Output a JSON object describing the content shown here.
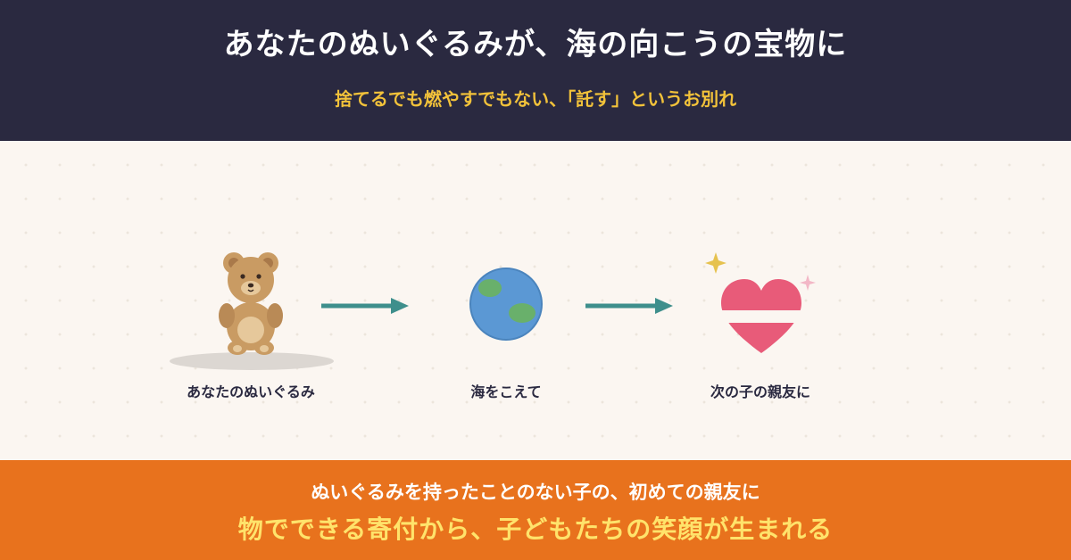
{
  "header": {
    "headline": "あなたのぬいぐるみが、海の向こうの宝物に",
    "subline": "捨てるでも燃やすでもない、「託す」というお別れ"
  },
  "steps": [
    {
      "label": "あなたのぬいぐるみ",
      "icon": "teddy-bear-icon"
    },
    {
      "label": "海をこえて",
      "icon": "globe-icon"
    },
    {
      "label": "次の子の親友に",
      "icon": "heart-icon"
    }
  ],
  "colors": {
    "header_bg": "#2a2940",
    "subline": "#f2c23a",
    "arrow": "#3e8f8c",
    "footer_bg": "#e8721d",
    "footer_highlight": "#ffe36b",
    "heart": "#e85b79"
  },
  "footer": {
    "line1": "ぬいぐるみを持ったことのない子の、初めての親友に",
    "line2": "物でできる寄付から、子どもたちの笑顔が生まれる"
  }
}
